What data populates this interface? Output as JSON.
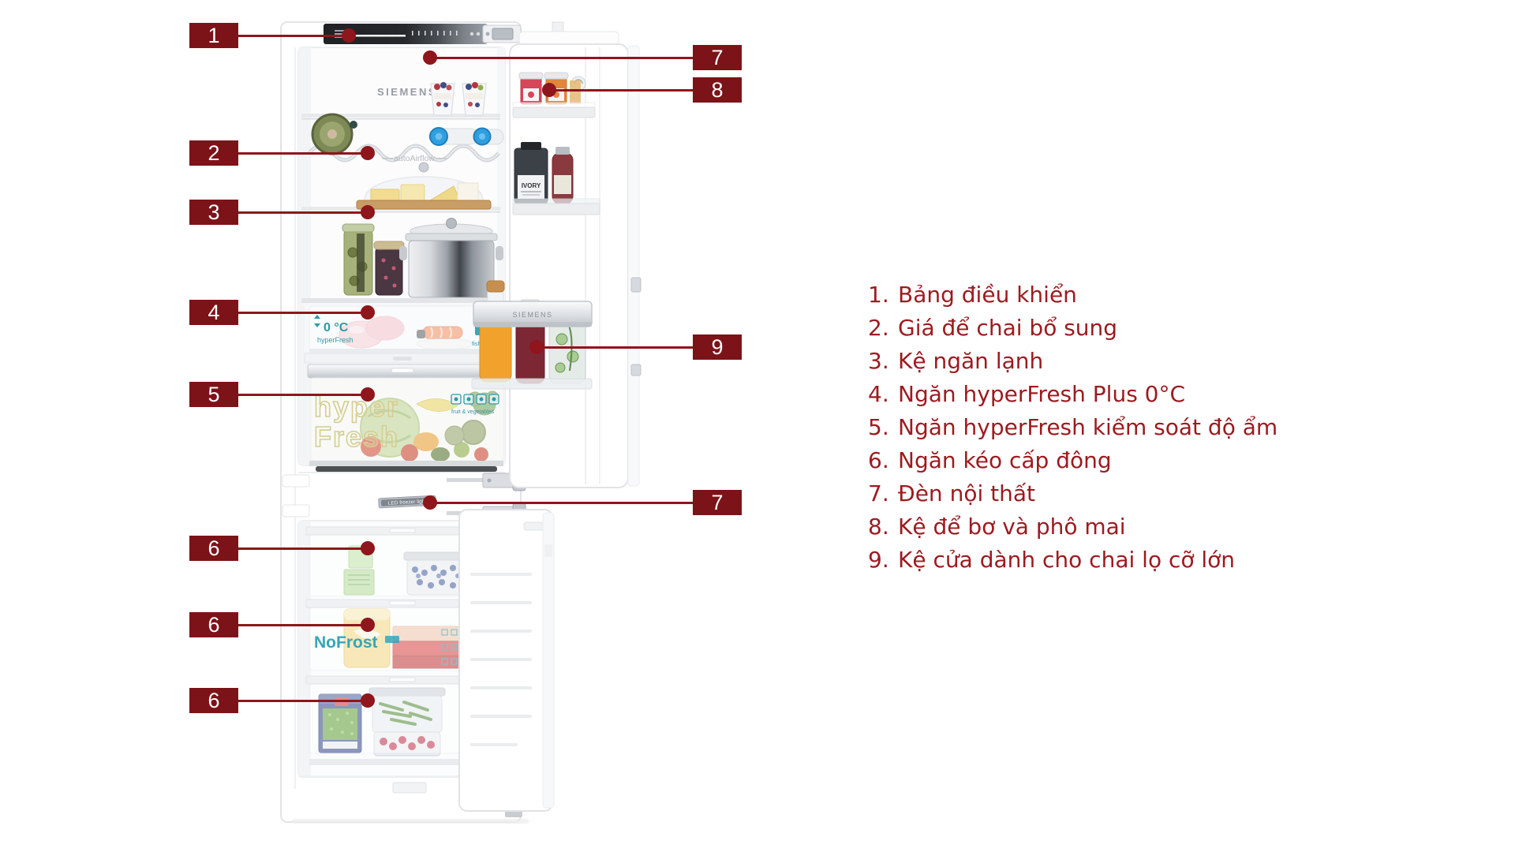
{
  "page": {
    "background": "#ffffff"
  },
  "colors": {
    "callout_box": "#7c1318",
    "callout_line": "#8e161c",
    "legend_text": "#9c1b20",
    "teal_label": "#2e9aa8",
    "nofrost_teal": "#35a7b5"
  },
  "figure": {
    "brand_logo": "SIEMENS",
    "airflow_label": "autoAirflow",
    "zero_degree_label": "0 °C",
    "hyperfresh_small_label": "hyperFresh",
    "fish_label": "fish & seafood",
    "hyper_big_line1": "hyper",
    "hyper_big_line2": "Fresh",
    "fruit_veg_label": "fruit & vegetables",
    "nofrost_label": "NoFrost",
    "led_light_label": "LED freezer light",
    "door_bin_brand": "SIEMENS",
    "sauce_bottle_label": "IVORY"
  },
  "callouts": [
    {
      "id": "1",
      "num": "1"
    },
    {
      "id": "7a",
      "num": "7"
    },
    {
      "id": "8",
      "num": "8"
    },
    {
      "id": "2",
      "num": "2"
    },
    {
      "id": "3",
      "num": "3"
    },
    {
      "id": "4",
      "num": "4"
    },
    {
      "id": "9",
      "num": "9"
    },
    {
      "id": "5",
      "num": "5"
    },
    {
      "id": "7b",
      "num": "7"
    },
    {
      "id": "6a",
      "num": "6"
    },
    {
      "id": "6b",
      "num": "6"
    },
    {
      "id": "6c",
      "num": "6"
    }
  ],
  "legend": {
    "items": [
      {
        "num": "1",
        "label": "Bảng điều khiển"
      },
      {
        "num": "2",
        "label": "Giá để chai bổ sung"
      },
      {
        "num": "3",
        "label": "Kệ ngăn lạnh"
      },
      {
        "num": "4",
        "label": "Ngăn hyperFresh Plus 0°C"
      },
      {
        "num": "5",
        "label": "Ngăn hyperFresh kiểm soát độ ẩm"
      },
      {
        "num": "6",
        "label": "Ngăn kéo cấp đông"
      },
      {
        "num": "7",
        "label": "Đèn nội thất"
      },
      {
        "num": "8",
        "label": "Kệ để bơ và phô mai"
      },
      {
        "num": "9",
        "label": "Kệ cửa dành cho chai lọ cỡ lớn"
      }
    ]
  }
}
